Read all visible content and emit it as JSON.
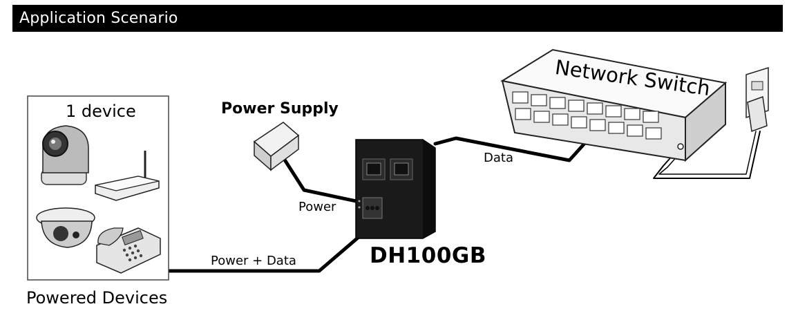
{
  "header": {
    "title": "Application Scenario"
  },
  "labels": {
    "device_count": "1 device",
    "power_supply": "Power Supply",
    "power": "Power",
    "power_data": "Power + Data",
    "data": "Data",
    "model": "DH100GB",
    "powered_devices": "Powered Devices",
    "network_switch": "Network Switch"
  },
  "colors": {
    "header_bg": "#000000",
    "header_text": "#ffffff",
    "cable": "#000000"
  },
  "icons": [
    "ip-camera-icon",
    "wireless-router-icon",
    "dome-camera-icon",
    "ip-phone-icon",
    "power-supply-icon",
    "poe-injector-icon",
    "network-switch-icon",
    "wall-outlet-icon"
  ]
}
